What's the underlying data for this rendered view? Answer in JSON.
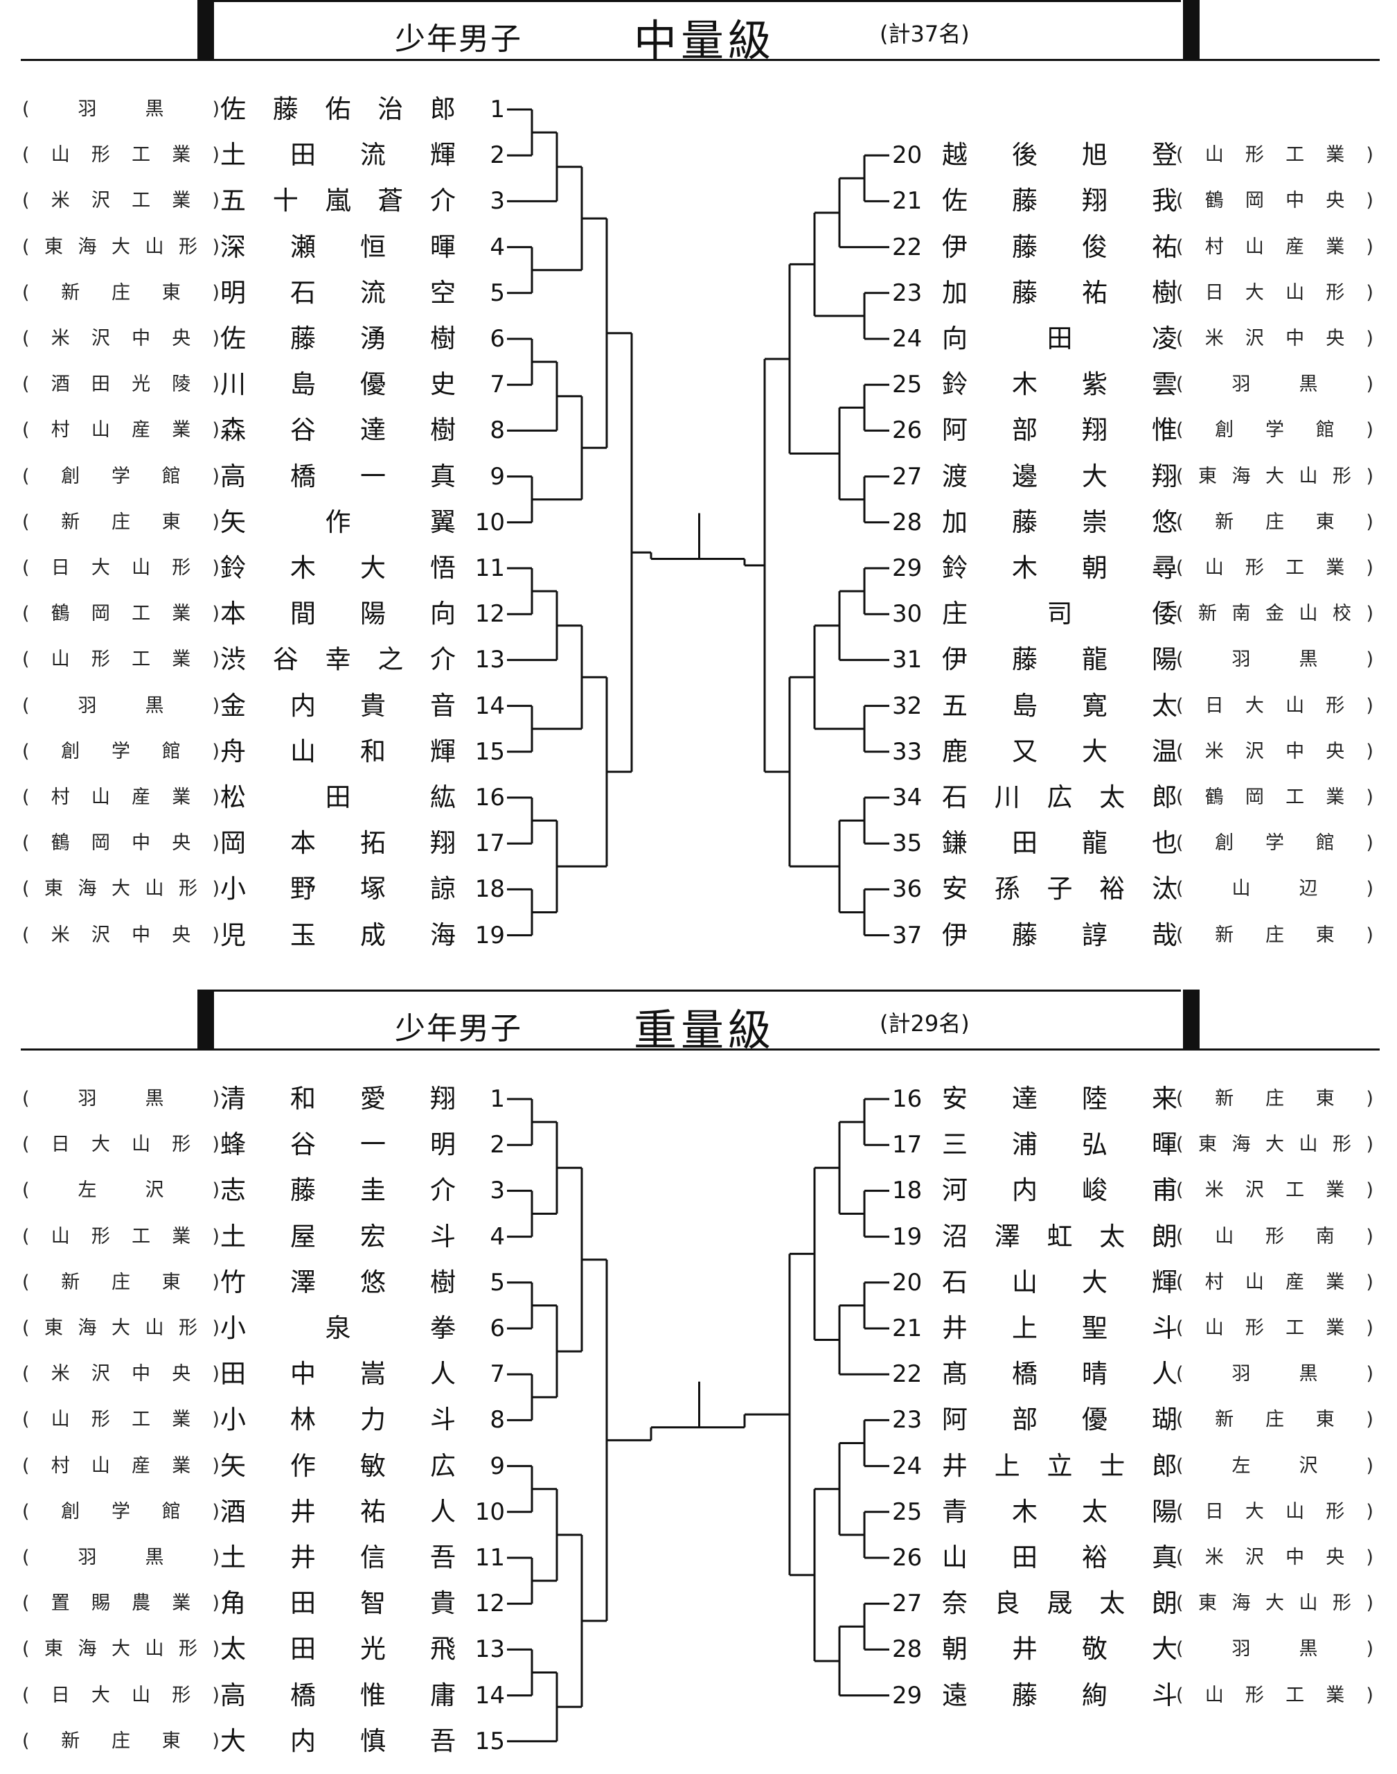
{
  "sections": [
    {
      "category": "少年男子",
      "weight_class": "中量級",
      "count": "(計37名)",
      "left_entries": [
        {
          "school": "羽黒",
          "name": "佐藤佑治郎",
          "no": "1"
        },
        {
          "school": "山形工業",
          "name": "土田流輝",
          "no": "2"
        },
        {
          "school": "米沢工業",
          "name": "五十嵐蒼介",
          "no": "3"
        },
        {
          "school": "東海大山形",
          "name": "深瀬恒暉",
          "no": "4"
        },
        {
          "school": "新庄東",
          "name": "明石流空",
          "no": "5"
        },
        {
          "school": "米沢中央",
          "name": "佐藤湧樹",
          "no": "6"
        },
        {
          "school": "酒田光陵",
          "name": "川島優史",
          "no": "7"
        },
        {
          "school": "村山産業",
          "name": "森谷達樹",
          "no": "8"
        },
        {
          "school": "創学館",
          "name": "高橋一真",
          "no": "9"
        },
        {
          "school": "新庄東",
          "name": "矢作翼",
          "no": "10"
        },
        {
          "school": "日大山形",
          "name": "鈴木大悟",
          "no": "11"
        },
        {
          "school": "鶴岡工業",
          "name": "本間陽向",
          "no": "12"
        },
        {
          "school": "山形工業",
          "name": "渋谷幸之介",
          "no": "13"
        },
        {
          "school": "羽黒",
          "name": "金内貴音",
          "no": "14"
        },
        {
          "school": "創学館",
          "name": "舟山和輝",
          "no": "15"
        },
        {
          "school": "村山産業",
          "name": "松田紘",
          "no": "16"
        },
        {
          "school": "鶴岡中央",
          "name": "岡本拓翔",
          "no": "17"
        },
        {
          "school": "東海大山形",
          "name": "小野塚諒",
          "no": "18"
        },
        {
          "school": "米沢中央",
          "name": "児玉成海",
          "no": "19"
        }
      ],
      "right_entries": [
        {
          "no": "20",
          "name": "越後旭登",
          "school": "山形工業"
        },
        {
          "no": "21",
          "name": "佐藤翔我",
          "school": "鶴岡中央"
        },
        {
          "no": "22",
          "name": "伊藤俊祐",
          "school": "村山産業"
        },
        {
          "no": "23",
          "name": "加藤祐樹",
          "school": "日大山形"
        },
        {
          "no": "24",
          "name": "向田凌",
          "school": "米沢中央"
        },
        {
          "no": "25",
          "name": "鈴木紫雲",
          "school": "羽黒"
        },
        {
          "no": "26",
          "name": "阿部翔惟",
          "school": "創学館"
        },
        {
          "no": "27",
          "name": "渡邊大翔",
          "school": "東海大山形"
        },
        {
          "no": "28",
          "name": "加藤崇悠",
          "school": "新庄東"
        },
        {
          "no": "29",
          "name": "鈴木朝尋",
          "school": "山形工業"
        },
        {
          "no": "30",
          "name": "庄司倭",
          "school": "新南金山校"
        },
        {
          "no": "31",
          "name": "伊藤龍陽",
          "school": "羽黒"
        },
        {
          "no": "32",
          "name": "五島寛太",
          "school": "日大山形"
        },
        {
          "no": "33",
          "name": "鹿又大温",
          "school": "米沢中央"
        },
        {
          "no": "34",
          "name": "石川広太郎",
          "school": "鶴岡工業"
        },
        {
          "no": "35",
          "name": "鎌田龍也",
          "school": "創学館"
        },
        {
          "no": "36",
          "name": "安孫子裕汰",
          "school": "山辺"
        },
        {
          "no": "37",
          "name": "伊藤諄哉",
          "school": "新庄東"
        }
      ]
    },
    {
      "category": "少年男子",
      "weight_class": "重量級",
      "count": "(計29名)",
      "left_entries": [
        {
          "school": "羽黒",
          "name": "清和愛翔",
          "no": "1"
        },
        {
          "school": "日大山形",
          "name": "蜂谷一明",
          "no": "2"
        },
        {
          "school": "左沢",
          "name": "志藤圭介",
          "no": "3"
        },
        {
          "school": "山形工業",
          "name": "土屋宏斗",
          "no": "4"
        },
        {
          "school": "新庄東",
          "name": "竹澤悠樹",
          "no": "5"
        },
        {
          "school": "東海大山形",
          "name": "小泉拳",
          "no": "6"
        },
        {
          "school": "米沢中央",
          "name": "田中嵩人",
          "no": "7"
        },
        {
          "school": "山形工業",
          "name": "小林力斗",
          "no": "8"
        },
        {
          "school": "村山産業",
          "name": "矢作敏広",
          "no": "9"
        },
        {
          "school": "創学館",
          "name": "酒井祐人",
          "no": "10"
        },
        {
          "school": "羽黒",
          "name": "土井信吾",
          "no": "11"
        },
        {
          "school": "置賜農業",
          "name": "角田智貴",
          "no": "12"
        },
        {
          "school": "東海大山形",
          "name": "太田光飛",
          "no": "13"
        },
        {
          "school": "日大山形",
          "name": "高橋惟庸",
          "no": "14"
        },
        {
          "school": "新庄東",
          "name": "大内慎吾",
          "no": "15"
        }
      ],
      "right_entries": [
        {
          "no": "16",
          "name": "安達陸来",
          "school": "新庄東"
        },
        {
          "no": "17",
          "name": "三浦弘暉",
          "school": "東海大山形"
        },
        {
          "no": "18",
          "name": "河内峻甫",
          "school": "米沢工業"
        },
        {
          "no": "19",
          "name": "沼澤虹太朗",
          "school": "山形南"
        },
        {
          "no": "20",
          "name": "石山大輝",
          "school": "村山産業"
        },
        {
          "no": "21",
          "name": "井上聖斗",
          "school": "山形工業"
        },
        {
          "no": "22",
          "name": "髙橋晴人",
          "school": "羽黒"
        },
        {
          "no": "23",
          "name": "阿部優瑚",
          "school": "新庄東"
        },
        {
          "no": "24",
          "name": "井上立士郎",
          "school": "左沢"
        },
        {
          "no": "25",
          "name": "青木太陽",
          "school": "日大山形"
        },
        {
          "no": "26",
          "name": "山田裕真",
          "school": "米沢中央"
        },
        {
          "no": "27",
          "name": "奈良晟太朗",
          "school": "東海大山形"
        },
        {
          "no": "28",
          "name": "朝井敬大",
          "school": "羽黒"
        },
        {
          "no": "29",
          "name": "遠藤絢斗",
          "school": "山形工業"
        }
      ]
    }
  ]
}
